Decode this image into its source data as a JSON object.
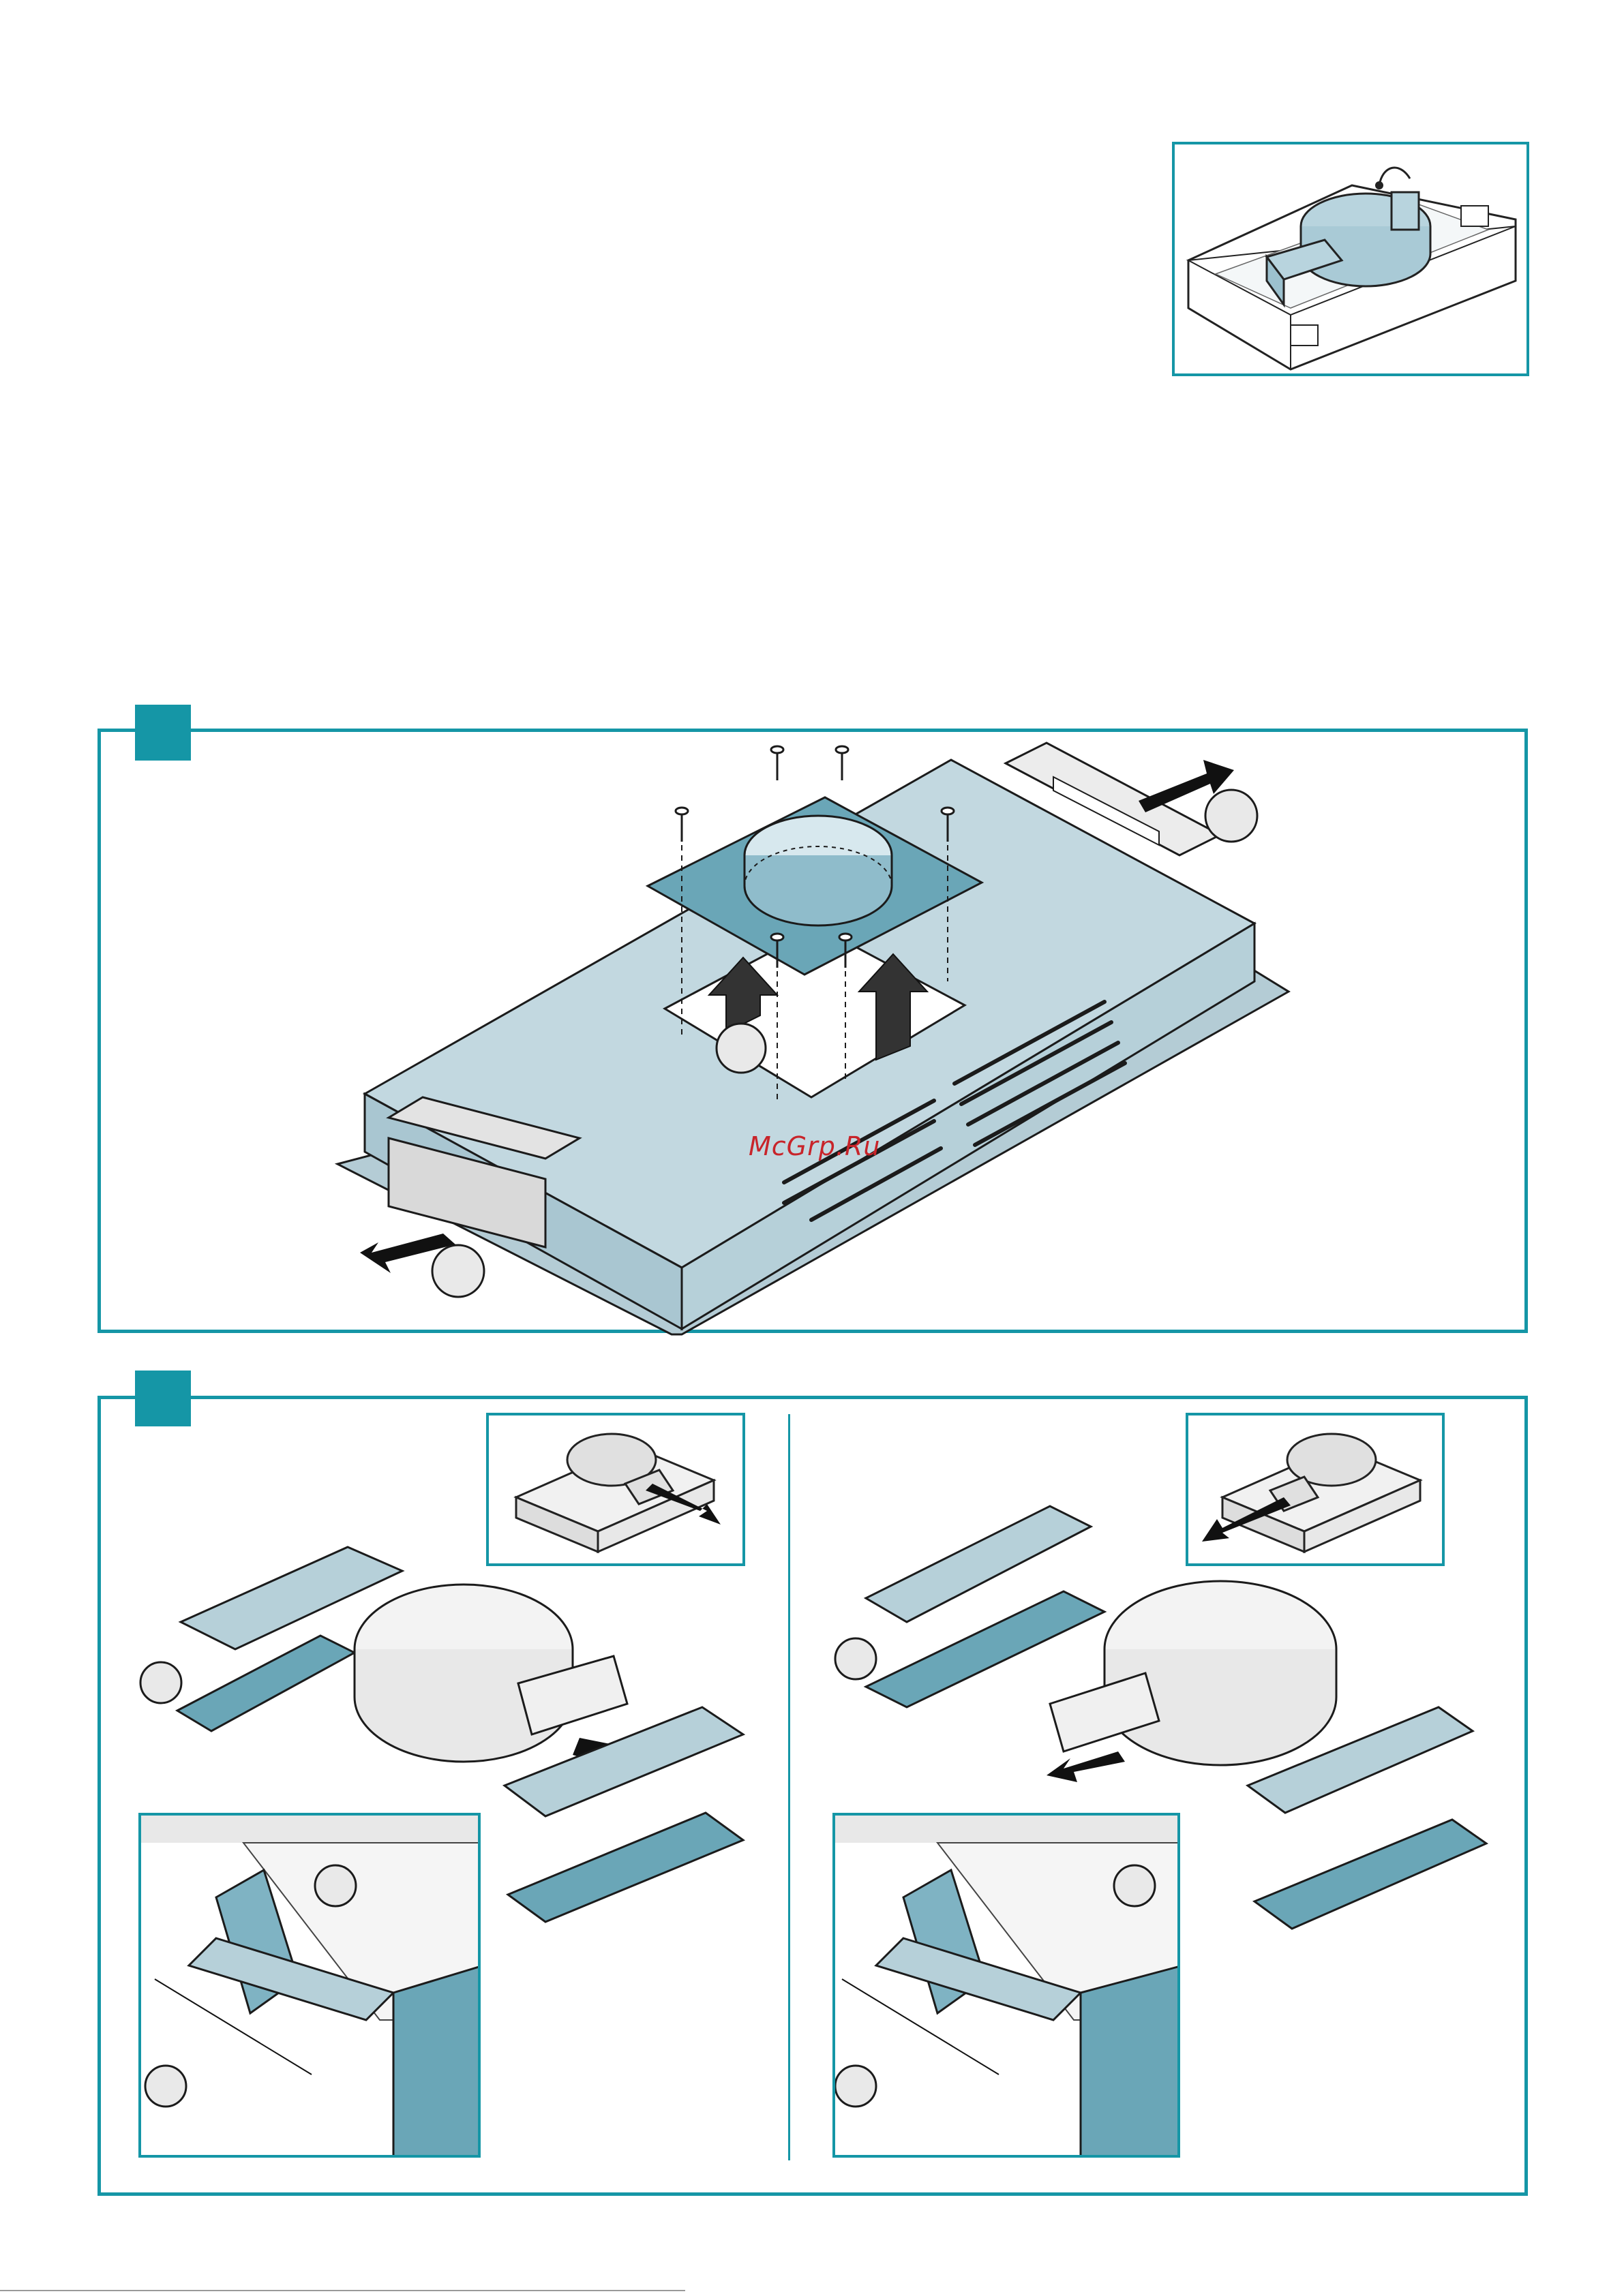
{
  "watermark": {
    "text": "McGrp.Ru"
  },
  "colors": {
    "accent": "#1596a6",
    "panel_light": "#c2d8e0",
    "panel_mid": "#8fbccb",
    "bracket": "#6aa6b7",
    "outline": "#1b1b1b",
    "arrow": "#111111",
    "watermark": "#c8242a"
  },
  "figures": [
    {
      "id": "overview",
      "subject": "hood-with-blower-overview",
      "callouts": []
    },
    {
      "id": "step-1",
      "subject": "remove-duct-plate-and-side-brackets",
      "callouts": [
        "circle",
        "circle",
        "circle"
      ]
    },
    {
      "id": "step-2-left",
      "subject": "blower-outlet-right",
      "callouts": [
        "circle",
        "circle",
        "circle"
      ]
    },
    {
      "id": "step-2-right",
      "subject": "blower-outlet-left",
      "callouts": [
        "circle",
        "circle",
        "circle"
      ]
    }
  ],
  "icons": [
    "screw-icon",
    "arrow-icon",
    "callout-circle-icon",
    "blower-icon",
    "bracket-icon"
  ]
}
